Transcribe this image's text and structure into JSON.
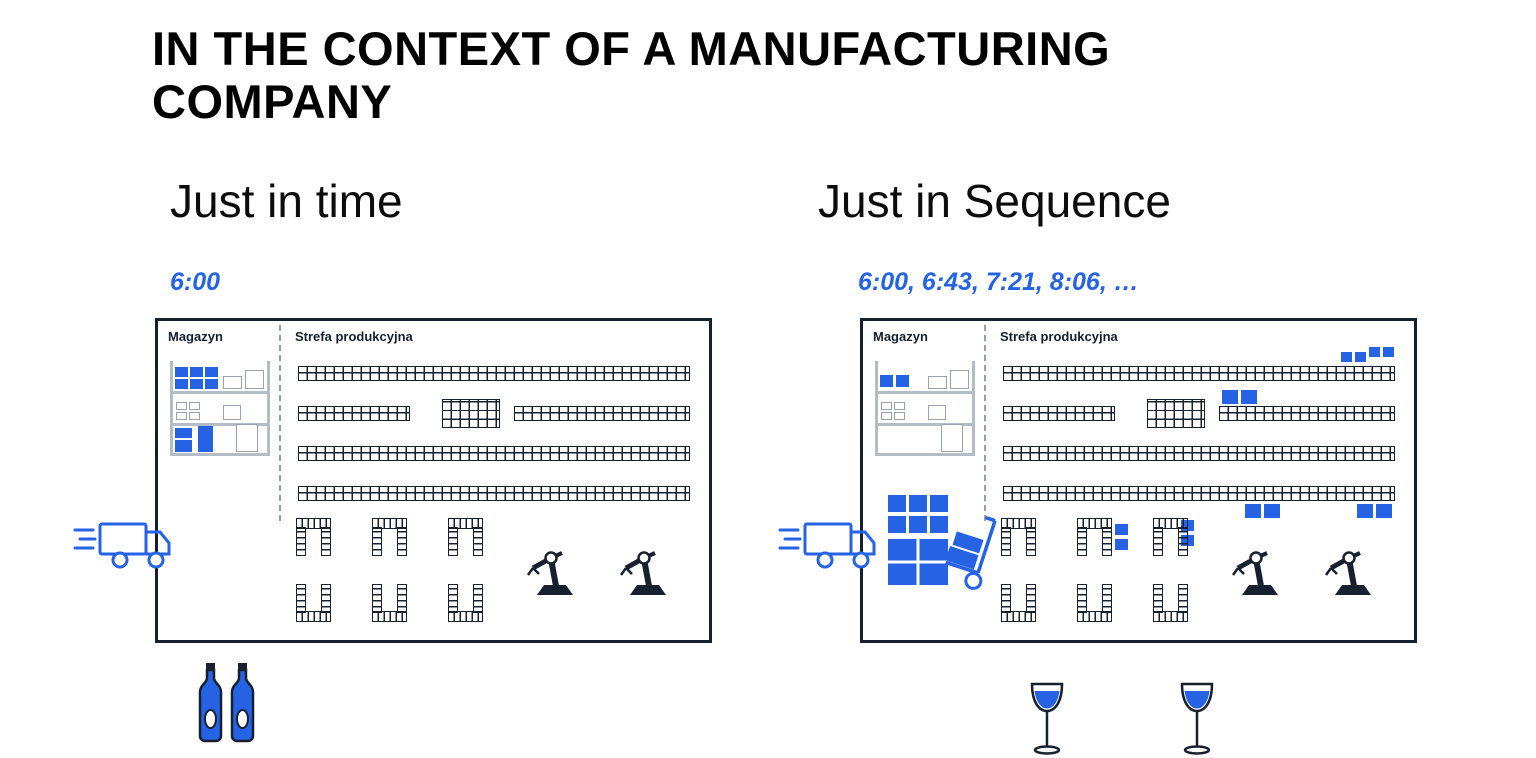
{
  "slide": {
    "title": "IN THE CONTEXT OF A MANUFACTURING COMPANY"
  },
  "jit": {
    "heading": "Just in time",
    "times": "6:00",
    "warehouse_label": "Magazyn",
    "production_label": "Strefa produkcyjna"
  },
  "jis": {
    "heading": "Just in Sequence",
    "times": "6:00, 6:43, 7:21, 8:06, …",
    "warehouse_label": "Magazyn",
    "production_label": "Strefa produkcyjna"
  },
  "colors": {
    "accent_blue": "#2563e4",
    "outline_dark": "#17202e",
    "shelf_gray": "#b4bcc6"
  },
  "icons": {
    "truck": "delivery-truck-icon",
    "robot": "robot-arm-icon",
    "dolly": "hand-truck-icon",
    "bottles": "bottles-icon",
    "glasses": "wine-glass-icon"
  }
}
